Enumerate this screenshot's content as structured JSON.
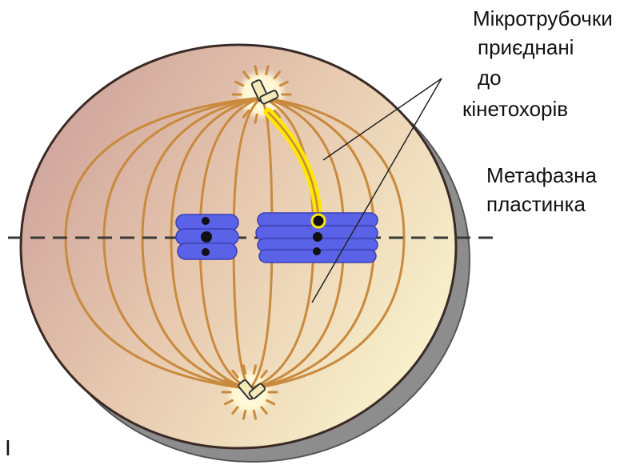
{
  "labels": {
    "microtubules_line1": "Мікротрубочки",
    "microtubules_line2": "приєднані",
    "microtubules_line3": "до",
    "microtubules_line4": "кінетохорів",
    "metaphase_line1": "Метафазна",
    "metaphase_line2": "пластинка",
    "corner_mark": "I"
  },
  "colors": {
    "cell_fill_left": "#d4a8a0",
    "cell_fill_right": "#f5ecc8",
    "cell_outline": "#3a2a26",
    "cell_shadow": "#8a8a8a",
    "spindle": "#c98a3e",
    "highlight": "#ffe800",
    "chromosome": "#5a62e8",
    "centromere": "#111111",
    "dashed_line": "#3a3a3a"
  }
}
